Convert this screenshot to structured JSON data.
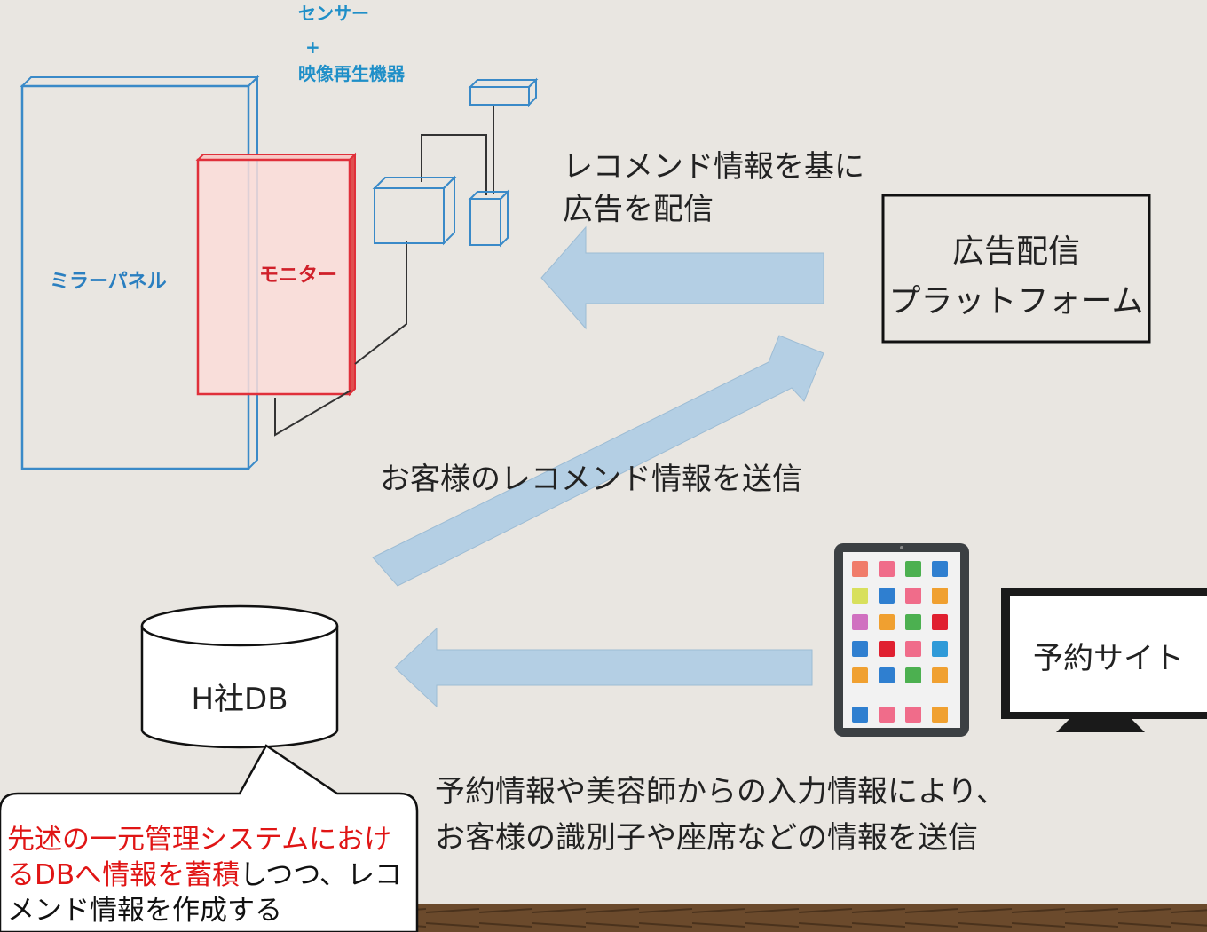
{
  "sensor_label": {
    "line1": "センサー",
    "line2": "+",
    "line3": "映像再生機器"
  },
  "mirror_panel_label": "ミラーパネル",
  "monitor_label": "モニター",
  "ad_platform_box": {
    "line1": "広告配信",
    "line2": "プラットフォーム"
  },
  "arrow_top_caption": {
    "line1": "レコメンド情報を基に",
    "line2": "広告を配信"
  },
  "arrow_diag_caption": "お客様のレコメンド情報を送信",
  "db_label": "H社DB",
  "reservation_site_label": "予約サイト",
  "bottom_caption": {
    "line1": "予約情報や美容師からの入力情報により、",
    "line2": "お客様の識別子や座席などの情報を送信"
  },
  "bubble": {
    "red_text": "先述の一元管理システムにおけるDBへ情報を蓄積",
    "black_text": "しつつ、レコメンド情報を作成する"
  },
  "colors": {
    "background": "#e9e6e1",
    "arrow_fill": "#b4cfe4",
    "panel_blue": "#3a8ac8",
    "monitor_red": "#e0303a",
    "bubble_red": "#e01515",
    "floor": "#6b4a2c"
  },
  "tablet_tiles": [
    "#f07c6a",
    "#f06c8a",
    "#4cb050",
    "#2f7fd0",
    "#d8e05c",
    "#2f7fd0",
    "#f06c8a",
    "#f0a030",
    "#d070c0",
    "#f0a030",
    "#4cb050",
    "#e02030",
    "#2f7fd0",
    "#e02030",
    "#f06c8a",
    "#2f9ad8",
    "#f0a030",
    "#2f7fd0",
    "#4cb050",
    "#f0a030",
    "#2f7fd0",
    "#f06c8a",
    "#f06c8a",
    "#f0a030"
  ]
}
